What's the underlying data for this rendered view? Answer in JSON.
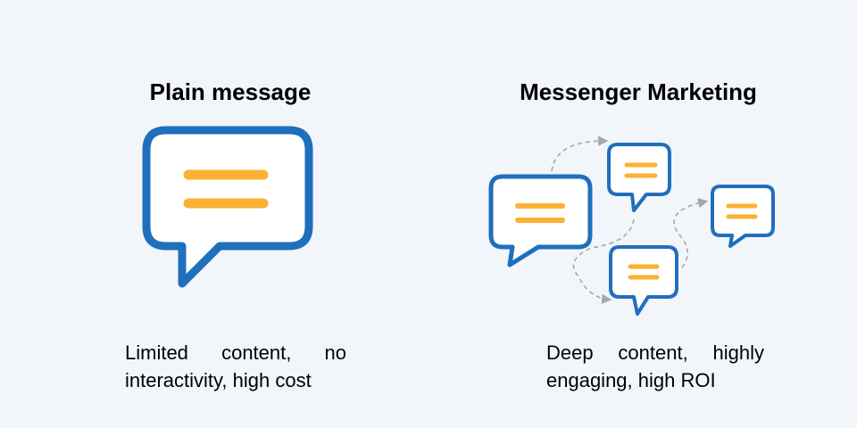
{
  "left_panel": {
    "title": "Plain message",
    "caption": "Limited content, no interactivity, high cost"
  },
  "right_panel": {
    "title": "Messenger Marketing",
    "caption": "Deep content, highly engaging, high ROI"
  },
  "colors": {
    "background": "#f2f5fa",
    "bubble_outline": "#1f6fbd",
    "text_lines": "#fbb232",
    "connector": "#a6a6a6"
  },
  "icons": {
    "plain": "chat-bubble-icon",
    "marketing": "chat-network-icon"
  }
}
